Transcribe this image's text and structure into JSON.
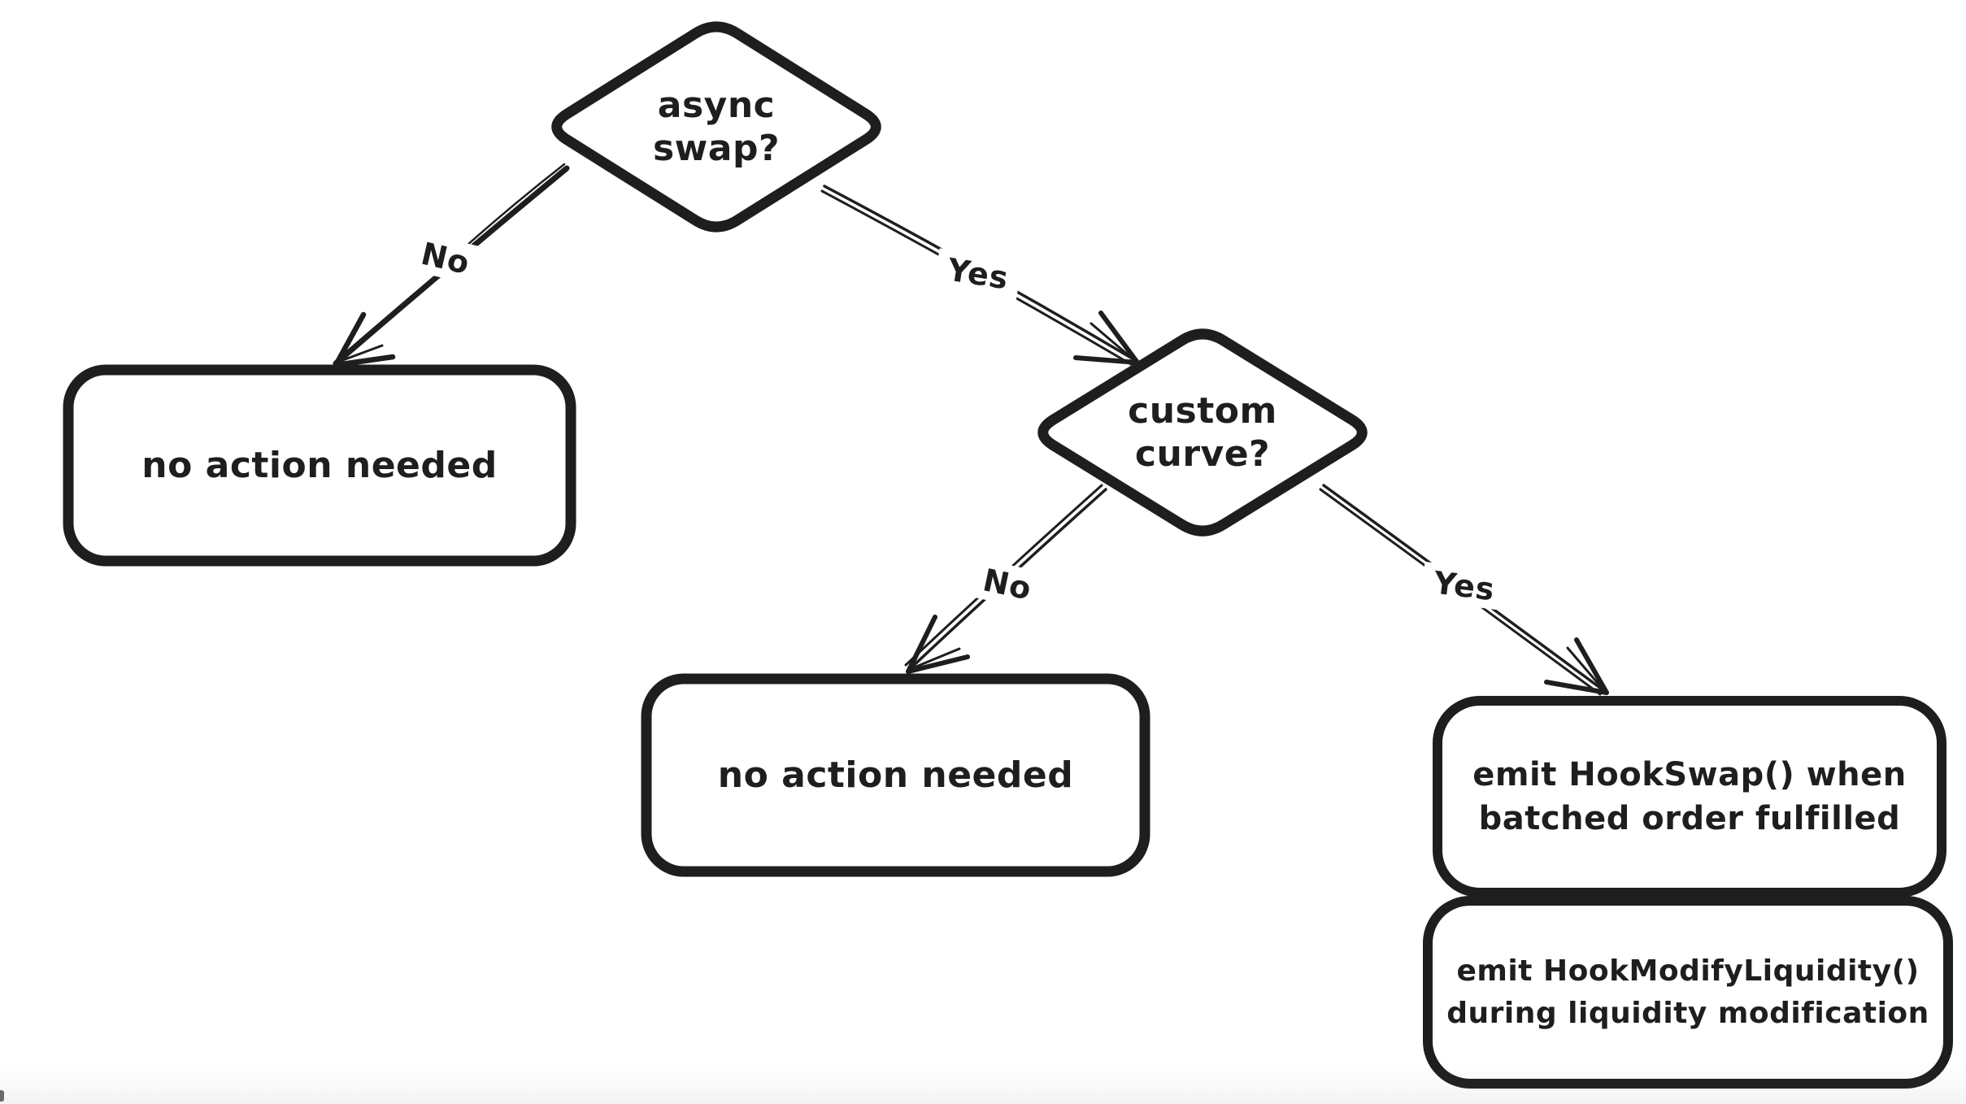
{
  "canvas": {
    "background": "#ffffff",
    "ink": "#1e1e1e",
    "style": "hand-drawn flowchart"
  },
  "flowchart": {
    "decisions": [
      {
        "id": "async-swap",
        "line1": "async",
        "line2": "swap?"
      },
      {
        "id": "custom-curve",
        "line1": "custom",
        "line2": "curve?"
      }
    ],
    "results": [
      {
        "id": "no-action-left",
        "text": "no action needed"
      },
      {
        "id": "no-action-middle",
        "text": "no action needed"
      },
      {
        "id": "emit-hookswap",
        "line1": "emit HookSwap() when",
        "line2": "batched order fulfilled"
      },
      {
        "id": "emit-hookmodify",
        "line1": "emit HookModifyLiquidity()",
        "line2": "during liquidity modification"
      }
    ],
    "edges": [
      {
        "id": "async-no",
        "label": "No"
      },
      {
        "id": "async-yes",
        "label": "Yes"
      },
      {
        "id": "curve-no",
        "label": "No"
      },
      {
        "id": "curve-yes",
        "label": "Yes"
      }
    ]
  }
}
